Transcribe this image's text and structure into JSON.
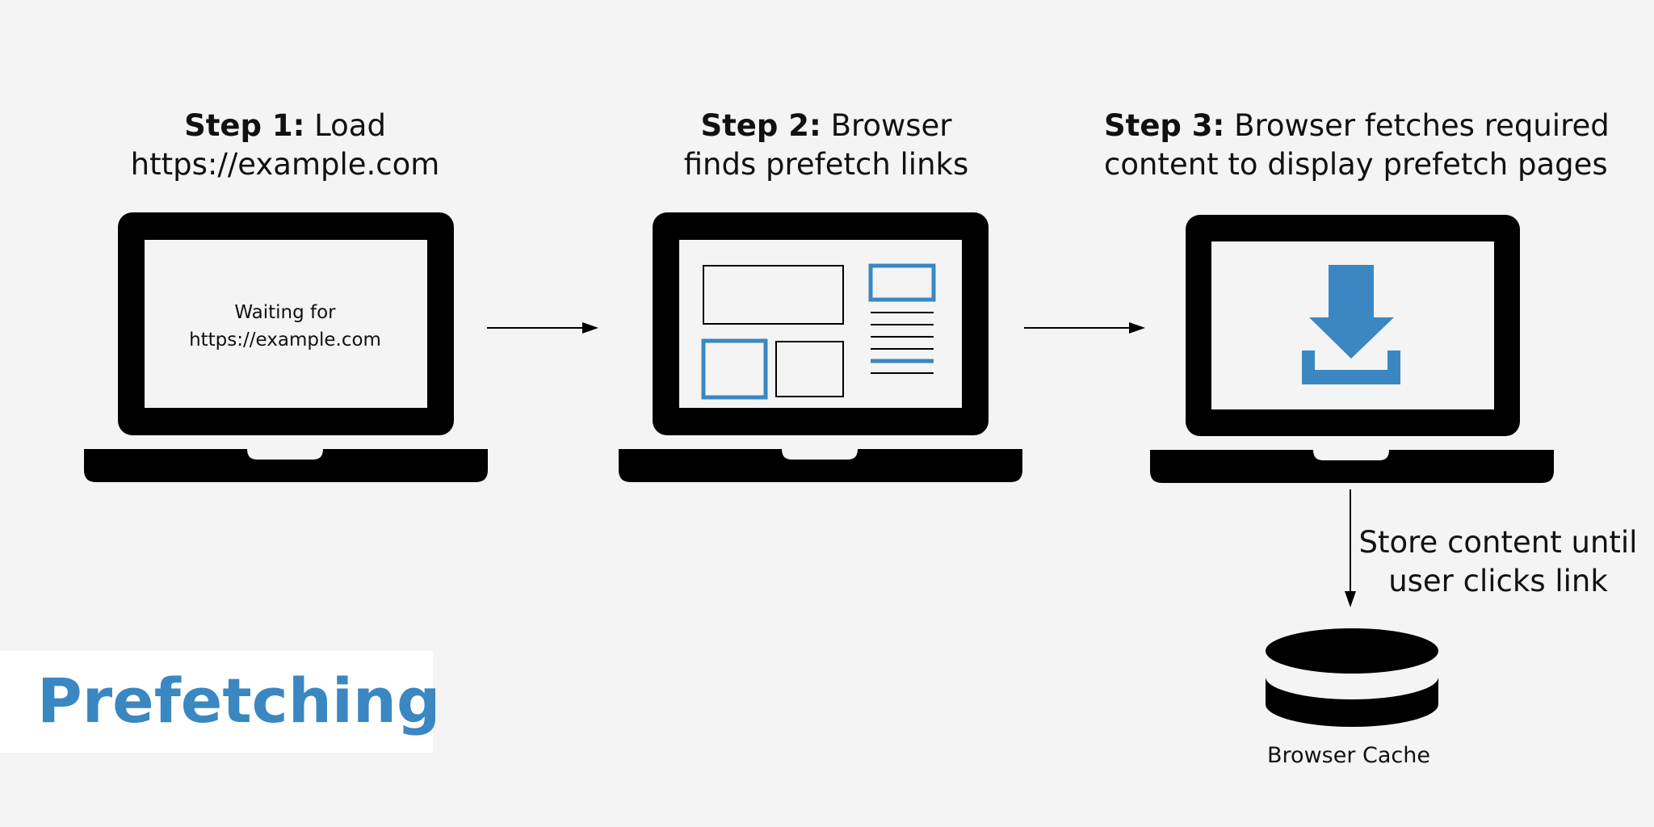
{
  "steps": [
    {
      "label": "Step 1:",
      "text_line1": "Load",
      "text_line2": "https://example.com"
    },
    {
      "label": "Step 2:",
      "text_line1": "Browser",
      "text_line2": "finds prefetch links"
    },
    {
      "label": "Step 3:",
      "text_line1": "Browser fetches required",
      "text_line2": "content to display prefetch pages"
    }
  ],
  "screen1": {
    "line1": "Waiting for",
    "line2": "https://example.com"
  },
  "store_note": {
    "line1": "Store content until",
    "line2": "user clicks link"
  },
  "cache": {
    "label": "Browser Cache"
  },
  "title": {
    "text": "Prefetching"
  },
  "colors": {
    "accent": "#3a87c2",
    "ink": "#000000",
    "background": "#f4f4f4"
  },
  "icons": [
    "laptop-icon",
    "arrow-right-icon",
    "download-icon",
    "arrow-down-icon",
    "database-icon"
  ]
}
